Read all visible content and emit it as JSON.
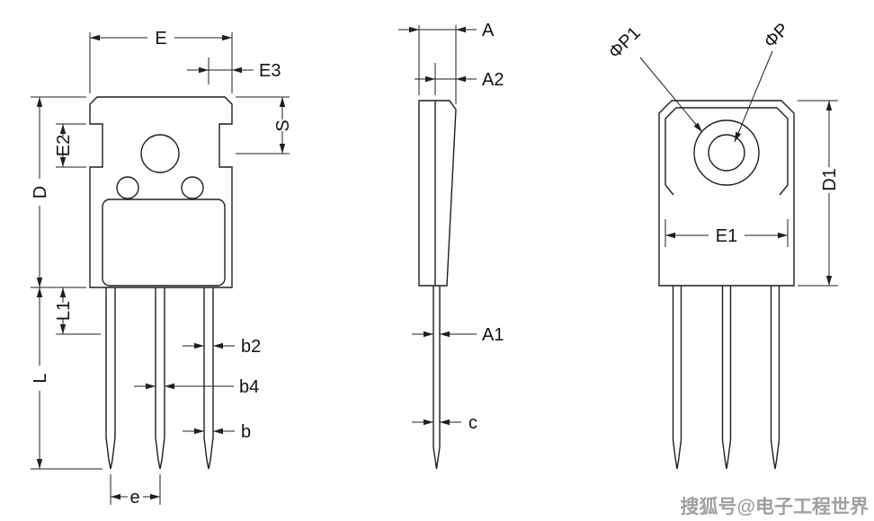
{
  "drawing": {
    "type": "mechanical-package-outline-3-views",
    "views": {
      "front": {
        "dims": {
          "E": "E",
          "E3": "E3",
          "S": "S",
          "E2": "E2",
          "D": "D",
          "L1": "L1",
          "L": "L",
          "b2": "b2",
          "b4": "b4",
          "b": "b",
          "e": "e"
        }
      },
      "side": {
        "dims": {
          "A": "A",
          "A2": "A2",
          "A1": "A1",
          "c": "c"
        }
      },
      "back": {
        "dims": {
          "P1": "ΦP1",
          "P": "ΦP",
          "D1": "D1",
          "E1": "E1"
        }
      }
    }
  },
  "watermark": {
    "text": "搜狐号@电子工程世界",
    "color": "#a0a0a0"
  },
  "colors": {
    "line": "#1f1f1f",
    "text": "#111111",
    "background": "#ffffff"
  }
}
